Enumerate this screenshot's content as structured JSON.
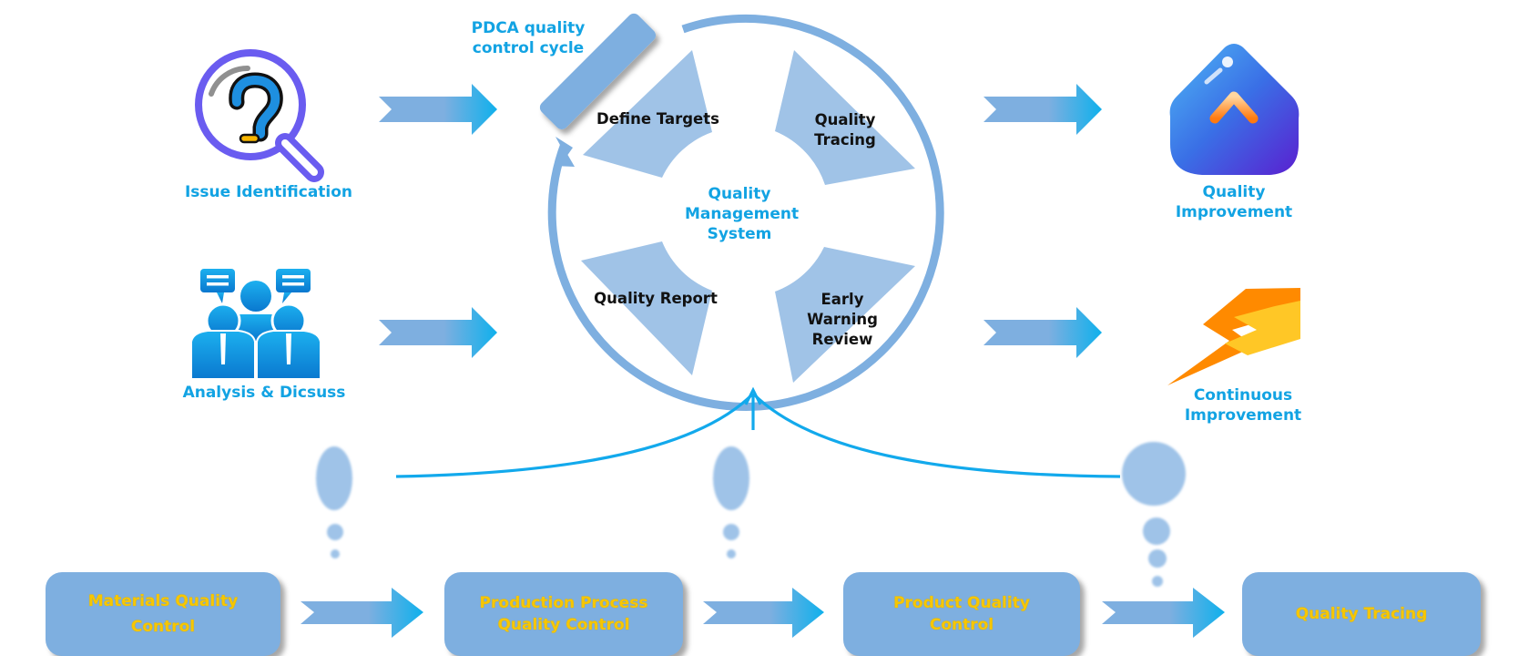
{
  "title_label": "PDCA quality control cycle",
  "center": {
    "label": "Quality Management System"
  },
  "cycle_segments": [
    {
      "label": "Define Targets"
    },
    {
      "label": "Quality Tracing"
    },
    {
      "label": "Early Warning Review"
    },
    {
      "label": "Quality Report"
    }
  ],
  "inputs": [
    {
      "label": "Issue Identification",
      "icon": "magnifier-question-icon"
    },
    {
      "label": "Analysis & Dicsuss",
      "icon": "team-discussion-icon"
    }
  ],
  "outputs": [
    {
      "label": "Quality Improvement",
      "icon": "upward-arrow-badge-icon"
    },
    {
      "label": "Continuous Improvement",
      "icon": "lightning-bolt-icon"
    }
  ],
  "process_steps": [
    {
      "label": "Materials Quality Control"
    },
    {
      "label": "Production Process Quality Control"
    },
    {
      "label": "Product Quality Control"
    },
    {
      "label": "Quality Tracing"
    }
  ],
  "colors": {
    "accent_blue": "#12a3e3",
    "light_blue": "#7eafe0",
    "segment_blue": "#a0c3e7",
    "step_text": "#f7c600",
    "orange": "#ff8a00"
  }
}
